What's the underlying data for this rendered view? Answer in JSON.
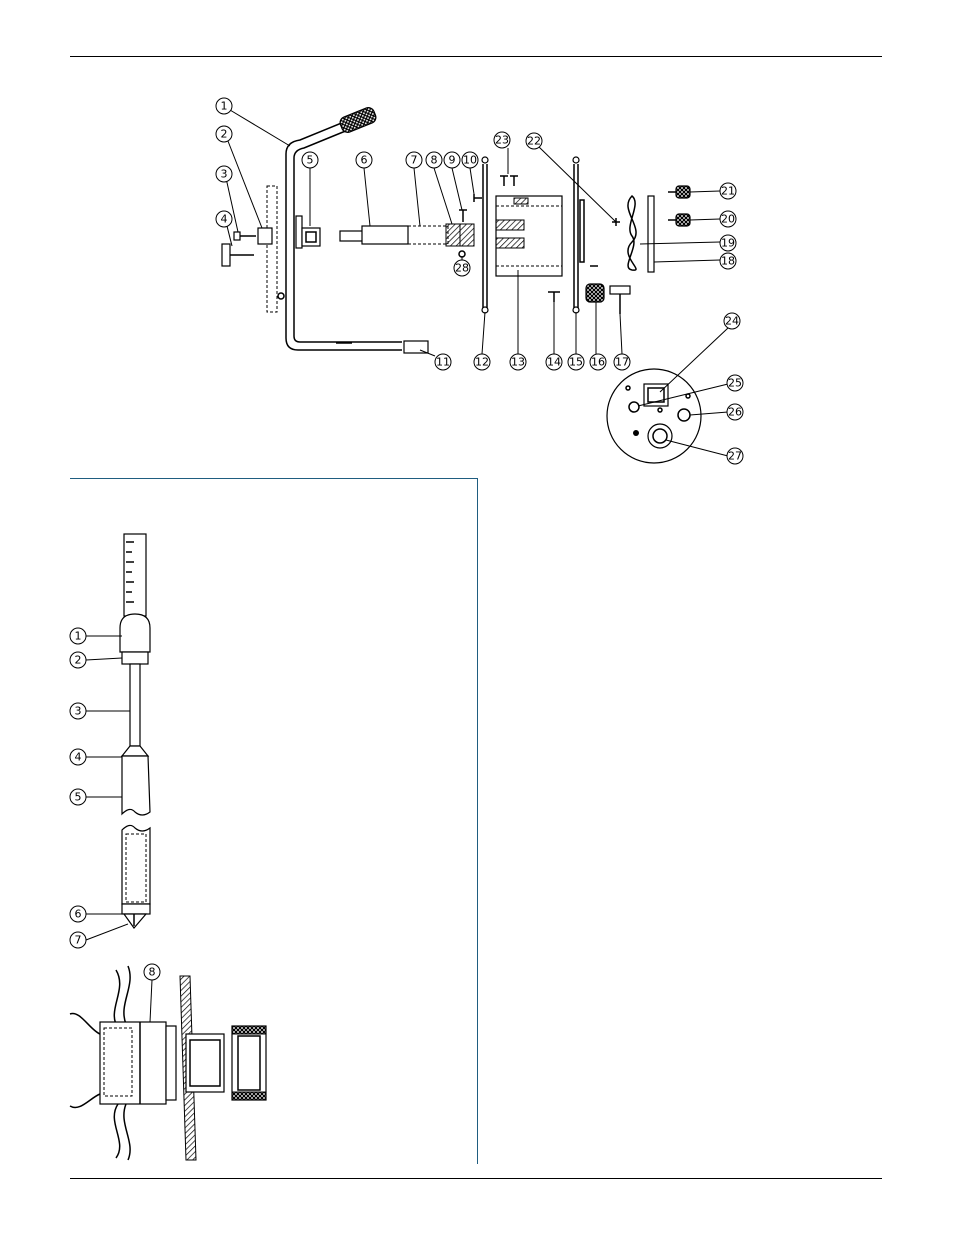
{
  "exploded_view": {
    "labels": [
      "1",
      "2",
      "3",
      "4",
      "5",
      "6",
      "7",
      "8",
      "9",
      "10",
      "11",
      "12",
      "13",
      "14",
      "15",
      "16",
      "17",
      "18",
      "19",
      "20",
      "21",
      "22",
      "23",
      "24",
      "25",
      "26",
      "27",
      "28"
    ]
  },
  "probe_view": {
    "labels": [
      "1",
      "2",
      "3",
      "4",
      "5",
      "6",
      "7",
      "8"
    ]
  }
}
